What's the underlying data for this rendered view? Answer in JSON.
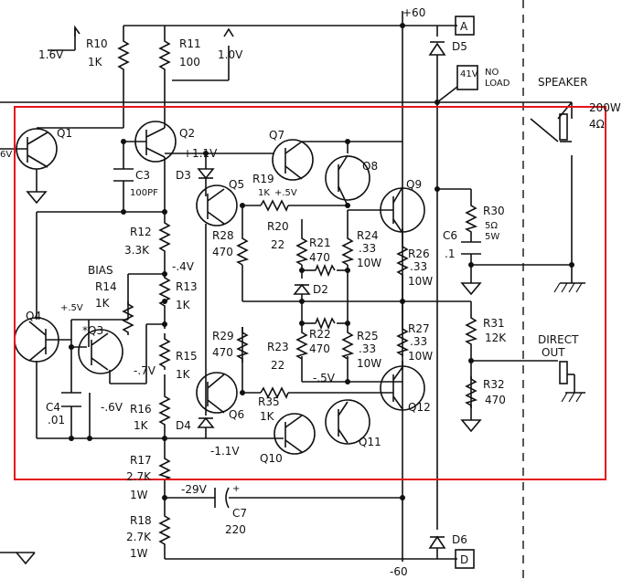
{
  "rails": {
    "pos": "+60",
    "neg": "-60",
    "pos_term": "A",
    "neg_term": "D"
  },
  "measures": {
    "v1": "1.6V",
    "v2": "1.0V",
    "no_load_v": "41V",
    "no_load_lbl": "NO",
    "no_load_lbl2": "LOAD"
  },
  "speaker": {
    "label": "SPEAKER",
    "power": "200W",
    "ohms": "4Ω",
    "direct": "DIRECT",
    "out": "OUT"
  },
  "transistors": [
    "Q1",
    "Q2",
    "Q3",
    "Q4",
    "Q5",
    "Q6",
    "Q7",
    "Q8",
    "Q9",
    "Q10",
    "Q11",
    "Q12"
  ],
  "diodes": {
    "d1": "D3",
    "d2": "D2",
    "d3": "D4",
    "d4": "D5",
    "d5": "D6"
  },
  "parts": {
    "r10": "R10",
    "r10v": "1K",
    "r11": "R11",
    "r11v": "100",
    "c3": "C3",
    "c3v": "100PF",
    "r12": "R12",
    "r12v": "3.3K",
    "bias": "BIAS",
    "r14": "R14",
    "r14v": "1K",
    "r13": "R13",
    "r13v": "1K",
    "r15": "R15",
    "r15v": "1K",
    "r16": "R16",
    "r16v": "1K",
    "r17": "R17",
    "r17v": "2.7K",
    "r17w": "1W",
    "r18": "R18",
    "r18v": "2.7K",
    "r18w": "1W",
    "c4": "C4",
    "c4v": ".01",
    "r19": "R19",
    "r19v": "1K",
    "r20": "R20",
    "r20v": "22",
    "r21": "R21",
    "r21v": "470",
    "r22": "R22",
    "r22v": "470",
    "r23": "R23",
    "r23v": "22",
    "r24": "R24",
    "r24v": ".33",
    "r24w": "10W",
    "r25": "R25",
    "r25v": ".33",
    "r25w": "10W",
    "r26": "R26",
    "r26v": ".33",
    "r26w": "10W",
    "r27": "R27",
    "r27v": ".33",
    "r27w": "10W",
    "r28": "R28",
    "r28v": "470",
    "r29": "R29",
    "r29v": "470",
    "r30": "R30",
    "r30v": "5Ω",
    "r30w": "5W",
    "r31": "R31",
    "r31v": "12K",
    "r32": "R32",
    "r32v": "470",
    "r35": "R35",
    "r35v": "1K",
    "c6": "C6",
    "c6v": ".1",
    "c7": "C7",
    "c7v": "220"
  },
  "voltages": {
    "a": "+1.1V",
    "b": "+.5V",
    "c": "-.4V",
    "d": "+.5V",
    "e": "*Q3",
    "f": "-.7V",
    "g": "-.6V",
    "h": "-.5V",
    "i": "-1.1V",
    "j": "-29V",
    "k": "6V"
  }
}
